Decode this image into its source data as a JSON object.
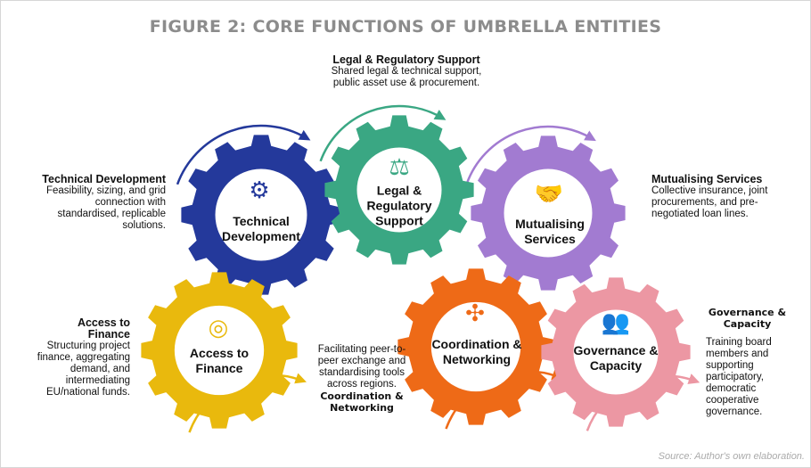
{
  "title": "FIGURE 2: CORE FUNCTIONS OF UMBRELLA ENTITIES",
  "gears": [
    {
      "id": "technical",
      "label": "Technical Development",
      "color": "#24399b",
      "icon": "gear-icon"
    },
    {
      "id": "legal",
      "label": "Legal & Regulatory Support",
      "color": "#3aa783",
      "icon": "gavel-icon"
    },
    {
      "id": "mutual",
      "label": "Mutualising Services",
      "color": "#a27bd1",
      "icon": "handshake-icon"
    },
    {
      "id": "finance",
      "label": "Access to Finance",
      "color": "#e9b90d",
      "icon": "coins-icon"
    },
    {
      "id": "coordination",
      "label": "Coordination & Networking",
      "color": "#ee6a17",
      "icon": "network-icon"
    },
    {
      "id": "governance",
      "label": "Governance & Capacity",
      "color": "#ec97a3",
      "icon": "people-icon"
    }
  ],
  "descriptions": {
    "legal": {
      "heading": "Legal & Regulatory Support",
      "text": "Shared legal & technical support, public asset use & procurement."
    },
    "technical": {
      "heading": "Technical Development",
      "text": "Feasibility, sizing, and grid connection with standardised, replicable solutions."
    },
    "mutual": {
      "heading": "Mutualising Services",
      "text": "Collective insurance, joint procurements, and pre-negotiated loan lines."
    },
    "finance": {
      "heading": "Access to Finance",
      "text": "Structuring project finance, aggregating demand, and intermediating EU/national funds."
    },
    "coordination": {
      "heading": "Coordination & Networking",
      "text": "Facilitating peer-to-peer exchange and standardising tools across regions."
    },
    "governance": {
      "heading": "Governance & Capacity",
      "text": "Training board members and supporting participatory, democratic cooperative governance."
    }
  },
  "source": "Source: Author's own elaboration."
}
